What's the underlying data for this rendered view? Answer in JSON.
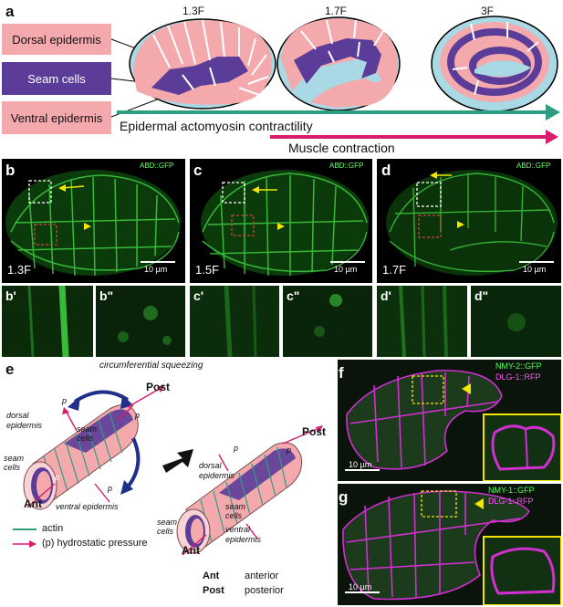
{
  "panel_a": {
    "letter": "a",
    "stages": [
      "1.3F",
      "1.7F",
      "3F"
    ],
    "labels": {
      "dorsal": "Dorsal epidermis",
      "seam": "Seam cells",
      "ventral": "Ventral epidermis"
    },
    "arrows": {
      "actomyosin": "Epidermal actomyosin contractility",
      "muscle": "Muscle contraction"
    },
    "colors": {
      "pink": "#f4a9ad",
      "purple": "#5b3c98",
      "teal": "#2e9e82",
      "magenta": "#d81b6a",
      "lightblue": "#a9d9e4"
    }
  },
  "panel_micro": {
    "letters": [
      "b",
      "c",
      "d"
    ],
    "marker": "ABD::GFP",
    "stages": [
      "1.3F",
      "1.5F",
      "1.7F"
    ],
    "scale": "10 µm",
    "zoom_letters": [
      "b'",
      "b\"",
      "c'",
      "c\"",
      "d'",
      "d\""
    ]
  },
  "panel_e": {
    "letter": "e",
    "squeeze": "circumferential squeezing",
    "post": "Post",
    "ant": "Ant",
    "p": "p",
    "dorsal": "dorsal epidermis",
    "seam": "seam cells",
    "ventral": "ventral epidermis",
    "legend_actin": "actin",
    "legend_pressure": "(p) hydrostatic pressure",
    "legend_ant": "Ant",
    "legend_ant_text": "anterior",
    "legend_post": "Post",
    "legend_post_text": "posterior"
  },
  "panel_f": {
    "letter": "f",
    "marker1": "NMY-2::GFP",
    "marker2": "DLG-1::RFP",
    "scale": "10 µm"
  },
  "panel_g": {
    "letter": "g",
    "marker1": "NMY-1::GFP",
    "marker2": "DLG-1::RFP",
    "scale": "10 µm"
  }
}
